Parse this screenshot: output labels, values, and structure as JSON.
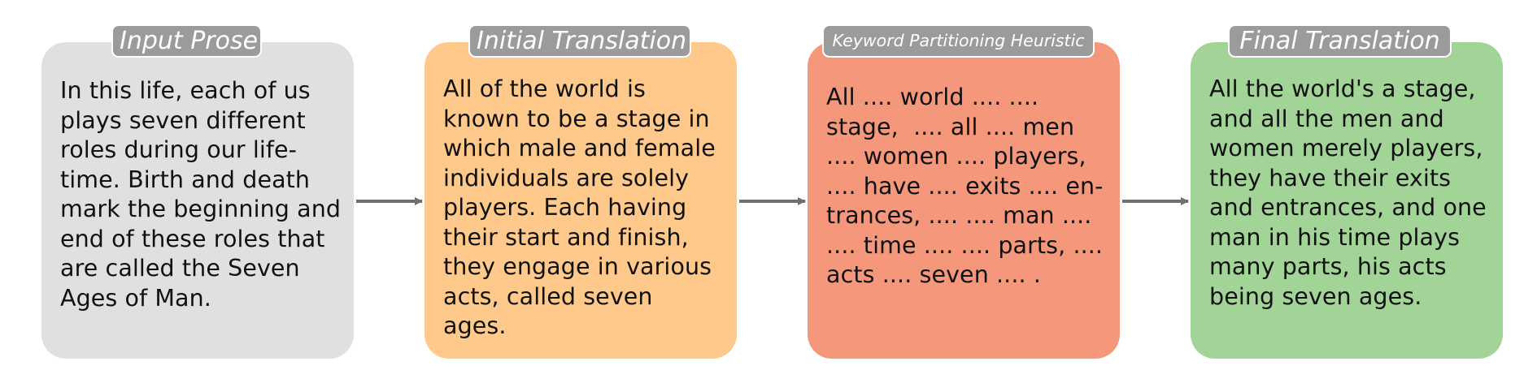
{
  "colors": {
    "input_box": "#e0e0e0",
    "initial_box": "#fec98a",
    "heuristic_box": "#f4977a",
    "final_box": "#a3d497",
    "label_bg": "#9b9b9b",
    "arrow": "#707070"
  },
  "steps": [
    {
      "title": "Input Prose",
      "lines": [
        "In this life, each of us",
        "plays seven different",
        "roles during our life-",
        "time. Birth and death",
        "mark the beginning and",
        "end of these roles that",
        "are called the Seven",
        "Ages of Man."
      ]
    },
    {
      "title": "Initial Translation",
      "lines": [
        "All of the world is",
        "known to be a stage in",
        "which male and female",
        "individuals are solely",
        "players. Each having",
        "their start and finish,",
        "they engage in various",
        "acts, called seven",
        "ages."
      ]
    },
    {
      "title": "Keyword Partitioning Heuristic",
      "lines": [
        "All .... world .... ....",
        "stage,  .... all .... men",
        ".... women .... players,",
        ".... have .... exits .... en-",
        "trances, .... .... man ....",
        ".... time .... .... parts, ....",
        "acts .... seven .... ."
      ]
    },
    {
      "title": "Final Translation",
      "lines": [
        "All the world's a stage,",
        "and all the men and",
        "women merely players,",
        "they have their exits",
        "and entrances, and one",
        "man in his time plays",
        "many parts, his acts",
        "being seven ages."
      ]
    }
  ]
}
